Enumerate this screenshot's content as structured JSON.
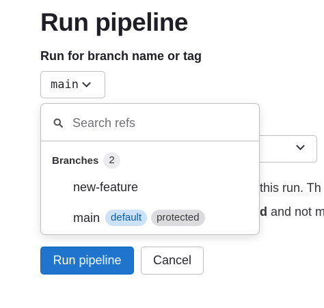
{
  "page": {
    "title": "Run pipeline"
  },
  "ref_field": {
    "label": "Run for branch name or tag",
    "selected": "main"
  },
  "background": {
    "text_line1": "this run. Th",
    "text_line2_bold": "d",
    "text_line2_rest": " and not m"
  },
  "dropdown": {
    "search": {
      "placeholder": "Search refs",
      "value": ""
    },
    "group": {
      "title": "Branches",
      "count": "2"
    },
    "items": [
      {
        "name": "new-feature",
        "badges": []
      },
      {
        "name": "main",
        "badges": [
          "default",
          "protected"
        ]
      }
    ]
  },
  "actions": {
    "run_label": "Run pipeline",
    "cancel_label": "Cancel"
  },
  "colors": {
    "primary": "#1f75cb",
    "default_badge_bg": "#cbe2f9",
    "default_badge_text": "#0b5cad",
    "protected_badge_bg": "#dcdcde",
    "border": "#bfbfc3"
  }
}
